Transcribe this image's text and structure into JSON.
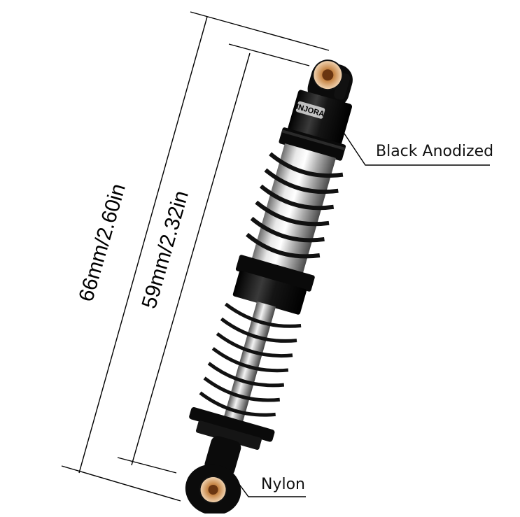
{
  "product": {
    "brand_mark": "INJORA"
  },
  "dimensions": {
    "overall": "66mm/2.60in",
    "body": "59mm/2.32in"
  },
  "callouts": {
    "top_cap": "Black Anodized",
    "bottom_end": "Nylon"
  },
  "colors": {
    "anodized": "#0d0d0d",
    "chrome": "#c8c8c8",
    "bushing": "#d8a46a",
    "line": "#000000"
  }
}
